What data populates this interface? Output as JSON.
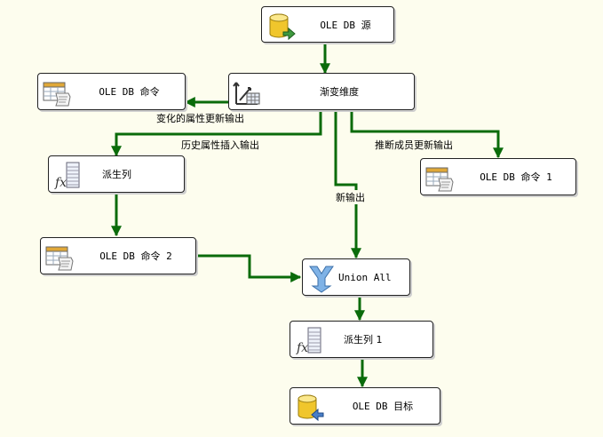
{
  "colors": {
    "flow": "#0a6b0a",
    "background": "#fdfdee"
  },
  "nodes": {
    "source": {
      "label": "OLE DB 源",
      "icon": "database-source-icon"
    },
    "scd": {
      "label": "渐变维度",
      "icon": "slowly-changing-dimension-icon"
    },
    "cmd": {
      "label": "OLE DB 命令",
      "icon": "ole-db-command-icon"
    },
    "derived": {
      "label": "派生列",
      "icon": "derived-column-icon"
    },
    "cmd1": {
      "label": "OLE DB 命令 1",
      "icon": "ole-db-command-icon"
    },
    "cmd2": {
      "label": "OLE DB 命令 2",
      "icon": "ole-db-command-icon"
    },
    "union": {
      "label": "Union All",
      "icon": "union-all-icon"
    },
    "derived1": {
      "label": "派生列 1",
      "icon": "derived-column-icon"
    },
    "dest": {
      "label": "OLE DB 目标",
      "icon": "database-destination-icon"
    }
  },
  "paths": {
    "changing_attr": "变化的属性更新输出",
    "historical_attr": "历史属性插入输出",
    "inferred_member": "推断成员更新输出",
    "new_output": "新输出"
  }
}
